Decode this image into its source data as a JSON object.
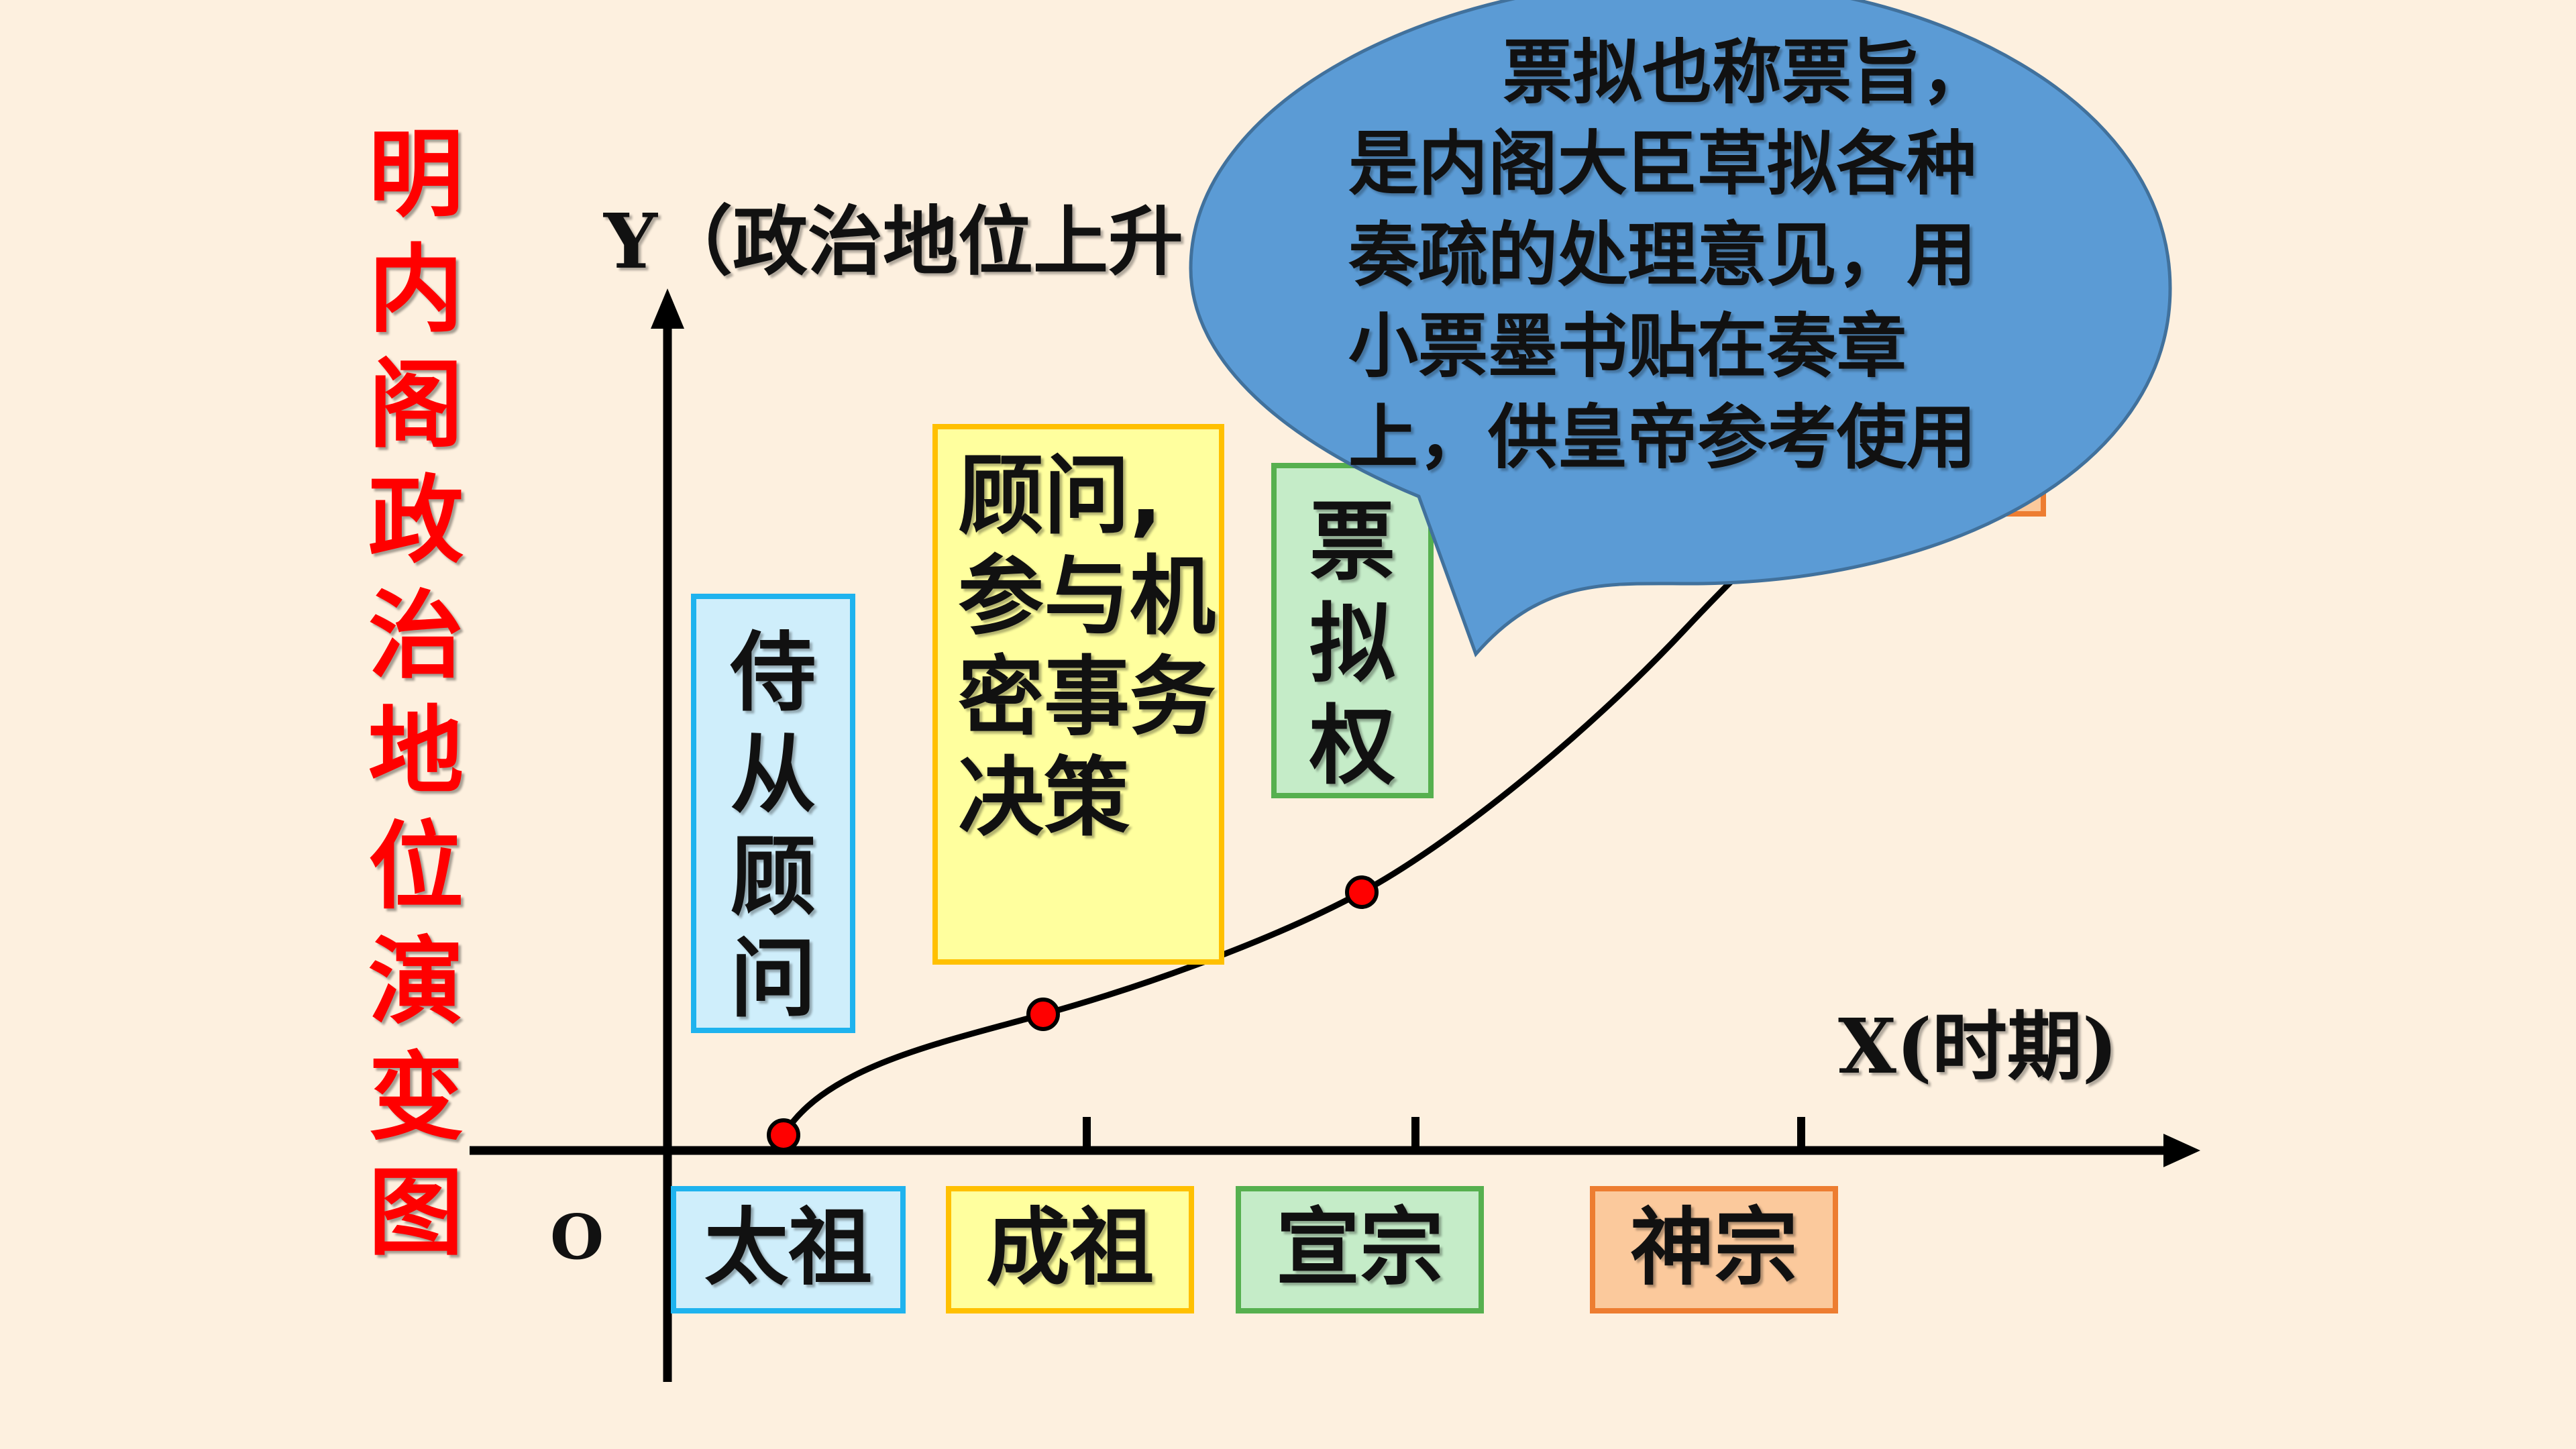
{
  "title": "明内阁政治地位演变图",
  "axes": {
    "y_label": "Y（政治地位上升",
    "x_label": "X(时期)",
    "origin": "O"
  },
  "stages": [
    {
      "period": "太祖",
      "description": "侍从顾问",
      "color": "#1fb3ee",
      "fill": "#cfeefb"
    },
    {
      "period": "成祖",
      "description": "顾问,参与机密事务决策",
      "color": "#ffc000",
      "fill": "#ffff9e"
    },
    {
      "period": "宣宗",
      "description": "票拟权",
      "color": "#56b04f",
      "fill": "#c5ecc8"
    },
    {
      "period": "神宗",
      "description": "",
      "color": "#ed7d31",
      "fill": "#fbc99c"
    }
  ],
  "bubble": {
    "text": "票拟也称票旨，是内阁大臣草拟各种奏疏的处理意见，用小票墨书贴在奏章上，供皇帝参考使用",
    "fill": "#5b9bd5",
    "stroke": "#41719c"
  },
  "curve": {
    "color": "#000000",
    "point_color": "#ff0000"
  }
}
